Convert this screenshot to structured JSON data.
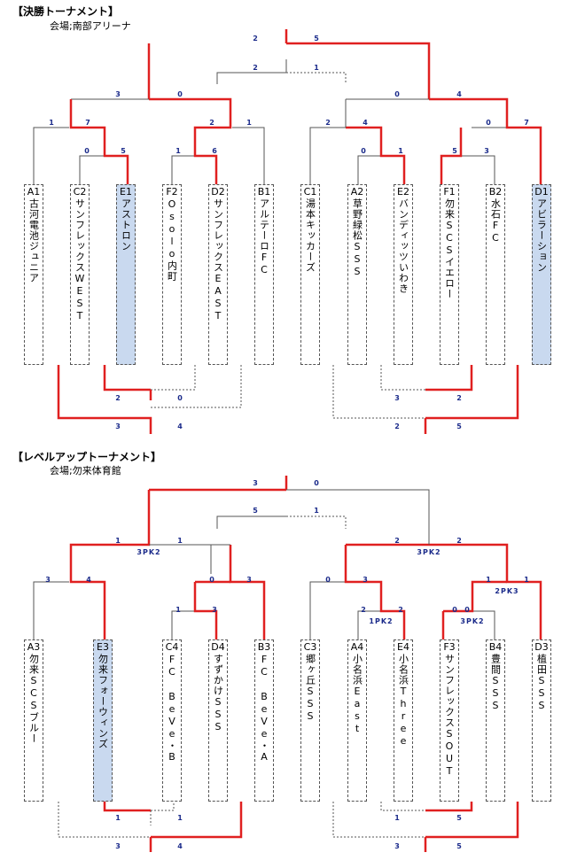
{
  "sections": [
    {
      "title": "【決勝トーナメント】",
      "venue": "会場;南部アリーナ",
      "teams": [
        {
          "code": "A1",
          "name": "古河電池ジュニア",
          "highlight": false
        },
        {
          "code": "C2",
          "name": "サンフレックスWEST",
          "highlight": false
        },
        {
          "code": "E1",
          "name": "アストロン",
          "highlight": true
        },
        {
          "code": "F2",
          "name": "Osolo内町",
          "highlight": false
        },
        {
          "code": "D2",
          "name": "サンフレックスEAST",
          "highlight": false
        },
        {
          "code": "B1",
          "name": "アルテーロFC",
          "highlight": false
        },
        {
          "code": "C1",
          "name": "湯本キッカーズ",
          "highlight": false
        },
        {
          "code": "A2",
          "name": "草野緑松SSS",
          "highlight": false
        },
        {
          "code": "E2",
          "name": "バンディッツいわき",
          "highlight": false
        },
        {
          "code": "F1",
          "name": "勿来SCSイエロー",
          "highlight": false
        },
        {
          "code": "B2",
          "name": "水石FC",
          "highlight": false
        },
        {
          "code": "D1",
          "name": "アビラーション",
          "highlight": true
        }
      ],
      "scores": [
        "2",
        "5",
        "2",
        "1",
        "3",
        "0",
        "0",
        "4",
        "1",
        "7",
        "2",
        "1",
        "2",
        "4",
        "0",
        "7",
        "0",
        "5",
        "1",
        "6",
        "0",
        "1",
        "5",
        "3",
        "2",
        "0",
        "3",
        "2",
        "3",
        "4",
        "2",
        "5"
      ]
    },
    {
      "title": "【レベルアップトーナメント】",
      "venue": "会場;勿来体育館",
      "teams": [
        {
          "code": "A3",
          "name": "勿来SCSブルー",
          "highlight": false
        },
        {
          "code": "E3",
          "name": "勿来フォーウィンズ",
          "highlight": true
        },
        {
          "code": "C4",
          "name": "FC BeVe・B",
          "highlight": false
        },
        {
          "code": "D4",
          "name": "すずかけSSS",
          "highlight": false
        },
        {
          "code": "B3",
          "name": "FC BeVe・A",
          "highlight": false
        },
        {
          "code": "C3",
          "name": "郷ヶ丘SSS",
          "highlight": false
        },
        {
          "code": "A4",
          "name": "小名浜East",
          "highlight": false
        },
        {
          "code": "E4",
          "name": "小名浜Three",
          "highlight": false
        },
        {
          "code": "F3",
          "name": "サンフレックスSOUT",
          "highlight": false
        },
        {
          "code": "B4",
          "name": "豊間SSS",
          "highlight": false
        },
        {
          "code": "D3",
          "name": "植田SSS",
          "highlight": false
        }
      ],
      "scores": [
        "3",
        "0",
        "5",
        "1",
        "1",
        "1",
        "2",
        "2",
        "3",
        "4",
        "0",
        "3",
        "1",
        "3",
        "0",
        "3",
        "2",
        "2",
        "0",
        "0",
        "1",
        "1",
        "1",
        "1",
        "3",
        "4",
        "1",
        "5",
        "3",
        "5"
      ],
      "pk": [
        "3PK2",
        "3PK2",
        "1PK2",
        "3PK2",
        "2PK3"
      ]
    }
  ]
}
